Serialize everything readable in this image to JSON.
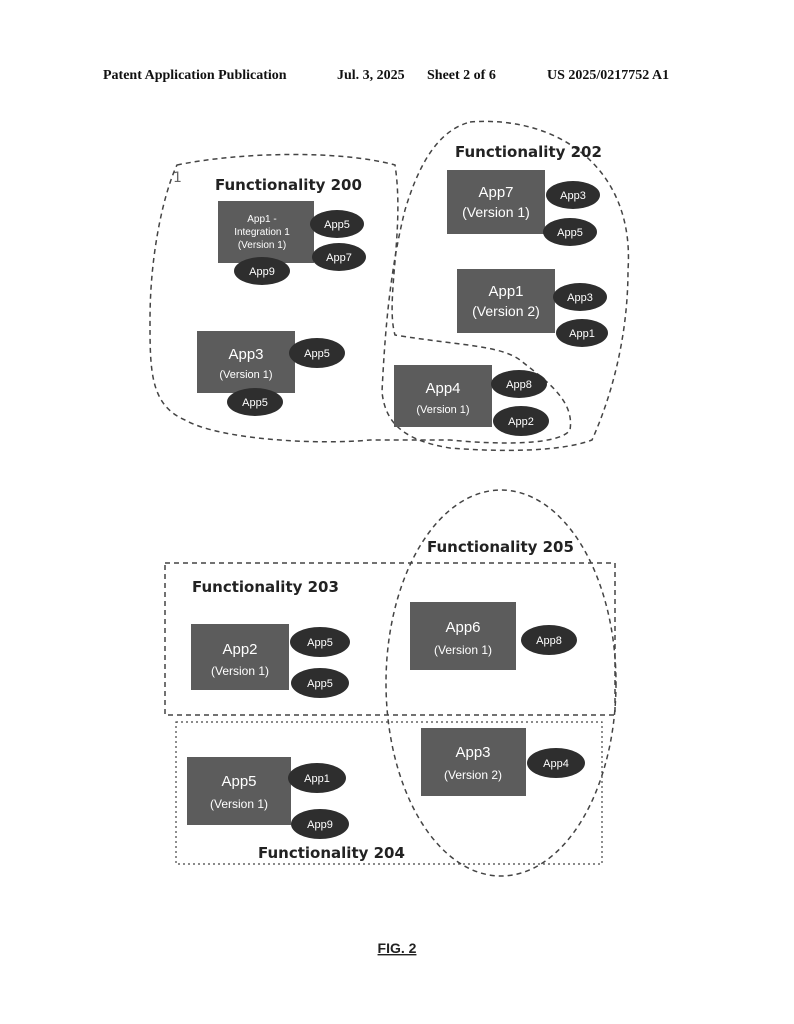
{
  "header": {
    "publication": "Patent Application Publication",
    "date": "Jul. 3, 2025",
    "sheet": "Sheet 2 of 6",
    "number": "US 2025/0217752 A1"
  },
  "diagram": {
    "corner_mark": "1",
    "functionalities": {
      "f200": "Functionality 200",
      "f202": "Functionality 202",
      "f203": "Functionality 203",
      "f204": "Functionality 204",
      "f205": "Functionality 205"
    },
    "apps": {
      "a1": {
        "lines": [
          "App1 -",
          "Integration 1",
          "(Version 1)"
        ],
        "deps": [
          "App5",
          "App7",
          "App9"
        ]
      },
      "a2": {
        "lines": [
          "App3",
          "(Version 1)"
        ],
        "deps": [
          "App5",
          "App5"
        ]
      },
      "a3": {
        "lines": [
          "App7",
          "(Version 1)"
        ],
        "deps": [
          "App3",
          "App5"
        ]
      },
      "a4": {
        "lines": [
          "App1",
          "(Version 2)"
        ],
        "deps": [
          "App3",
          "App1"
        ]
      },
      "a5": {
        "lines": [
          "App4",
          "(Version 1)"
        ],
        "deps": [
          "App8",
          "App2"
        ]
      },
      "a6": {
        "lines": [
          "App2",
          "(Version 1)"
        ],
        "deps": [
          "App5",
          "App5"
        ]
      },
      "a7": {
        "lines": [
          "App6",
          "(Version 1)"
        ],
        "deps": [
          "App8"
        ]
      },
      "a8": {
        "lines": [
          "App5",
          "(Version 1)"
        ],
        "deps": [
          "App1",
          "App9"
        ]
      },
      "a9": {
        "lines": [
          "App3",
          "(Version 2)"
        ],
        "deps": [
          "App4"
        ]
      }
    },
    "figure": "FIG. 2"
  },
  "colors": {
    "box": "#5c5c5c",
    "pill": "#2e2e2e",
    "boundary": "#444444"
  }
}
